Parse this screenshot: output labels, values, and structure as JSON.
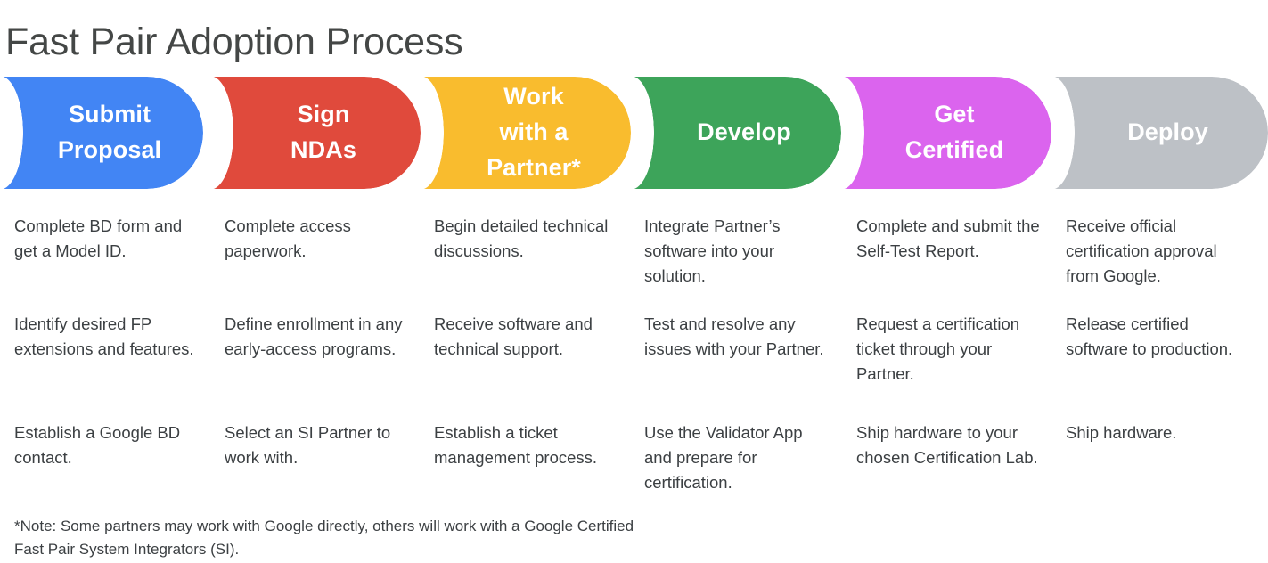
{
  "page": {
    "title": "Fast Pair Adoption Process",
    "background": "#ffffff",
    "text_color": "#3c4043",
    "title_color": "#444746"
  },
  "stages": [
    {
      "id": "submit-proposal",
      "label": "Submit\nProposal",
      "color": "#4285F4",
      "items": [
        "Complete BD form and get a Model ID.",
        "Identify desired FP extensions and features.",
        "Establish a Google BD contact."
      ]
    },
    {
      "id": "sign-ndas",
      "label": "Sign\nNDAs",
      "color": "#E04A3C",
      "items": [
        "Complete access paperwork.",
        "Define enrollment in any early-access programs.",
        "Select an SI Partner to work with."
      ]
    },
    {
      "id": "work-with-a-partner",
      "label": "Work\nwith a\nPartner*",
      "color": "#F9BC2E",
      "items": [
        "Begin detailed technical discussions.",
        "Receive software and technical support.",
        "Establish a ticket management process."
      ]
    },
    {
      "id": "develop",
      "label": "Develop",
      "color": "#3DA45A",
      "items": [
        "Integrate Partner’s software into your solution.",
        "Test and resolve any issues with your Partner.",
        "Use the Validator App and prepare for certification."
      ]
    },
    {
      "id": "get-certified",
      "label": "Get\nCertified",
      "color": "#DB64EE",
      "items": [
        "Complete and submit the Self-Test Report.",
        "Request a certification ticket through your Partner.",
        "Ship hardware to your chosen Certification Lab."
      ]
    },
    {
      "id": "deploy",
      "label": "Deploy",
      "color": "#BDC1C6",
      "items": [
        "Receive official certification approval from Google.",
        "Release certified software to production.",
        "Ship hardware."
      ]
    }
  ],
  "footnote": "*Note: Some partners may work with Google directly, others will work with a Google Certified Fast Pair System Integrators (SI)."
}
